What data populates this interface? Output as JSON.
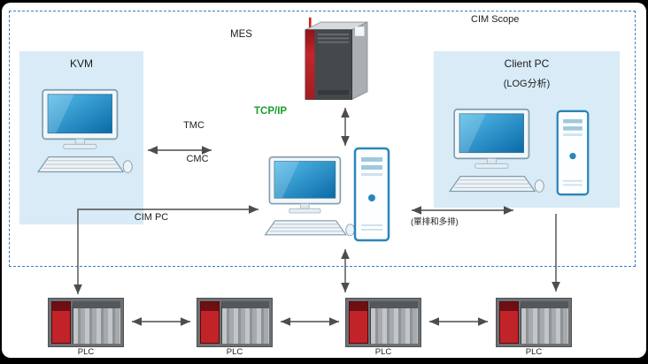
{
  "scope": {
    "label": "CIM Scope"
  },
  "nodes": {
    "kvm": {
      "label": "KVM"
    },
    "mes": {
      "label": "MES"
    },
    "cim_pc": {
      "label": "CIM PC"
    },
    "client_pc": {
      "label": "Client PC",
      "sublabel": "(LOG分析)"
    }
  },
  "links": {
    "tcpip": {
      "label": "TCP/IP"
    },
    "tmc": {
      "label": "TMC"
    },
    "cmc": {
      "label": "CMC"
    },
    "client_link": {
      "label": "(單排和多排)"
    }
  },
  "plcs": [
    {
      "label": "PLC"
    },
    {
      "label": "PLC"
    },
    {
      "label": "PLC"
    },
    {
      "label": "PLC"
    }
  ],
  "icons": {
    "kvm": "desktop-computer-icon",
    "mes": "server-tower-icon",
    "cim_pc": "desktop-with-tower-icon",
    "client_pc": "desktop-with-tower-icon",
    "plc": "plc-rack-photo"
  },
  "colors": {
    "panel_fill": "#d8ebf6",
    "scope_border": "#3a7ebf",
    "tcpip_green": "#17a02c",
    "arrow": "#4d4d4d",
    "server_red": "#c22328",
    "screen_blue": "#1d87bf"
  }
}
